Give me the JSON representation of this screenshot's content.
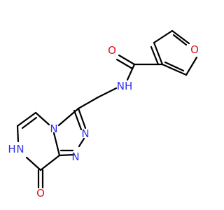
{
  "molecule": {
    "atom_labels": {
      "amide_n": "NH",
      "amide_o": "O",
      "furan_o": "O",
      "n_ring_fused": "N",
      "n_triazole_1": "N",
      "n_triazole_2": "N",
      "n_pyrazine_h": "H",
      "n_pyrazine_n": "N",
      "carbonyl_o": "O"
    },
    "colors": {
      "carbon_bond": "#000000",
      "nitrogen": "#3030ee",
      "oxygen": "#e0141a",
      "background": "#ffffff"
    }
  }
}
